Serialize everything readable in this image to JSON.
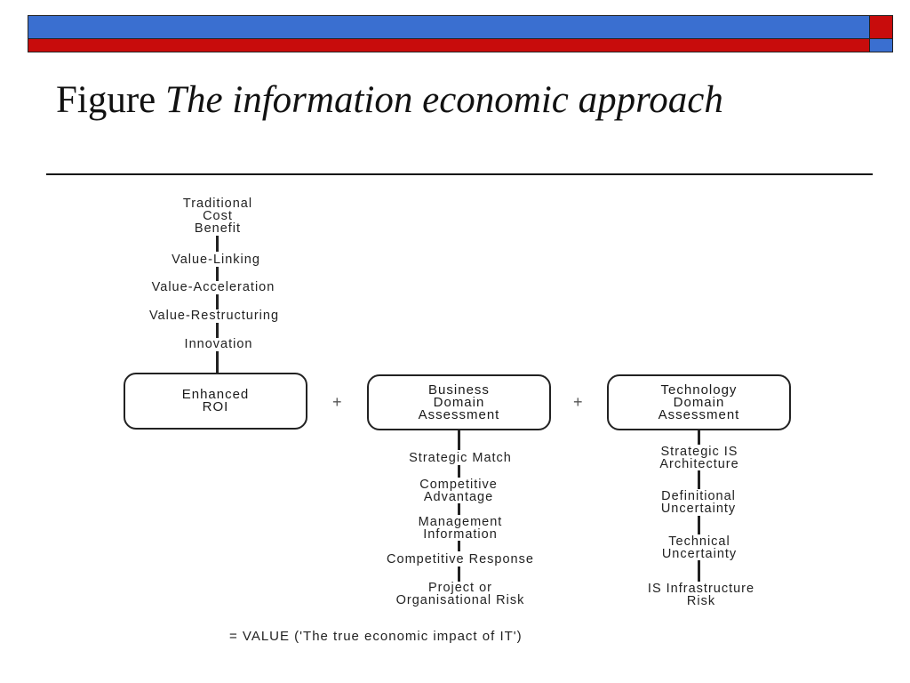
{
  "title": {
    "prefix": "Figure",
    "italic": "The information economic approach"
  },
  "left_column": {
    "items": [
      "Traditional\nCost\nBenefit",
      "Value-Linking",
      "Value-Acceleration",
      "Value-Restructuring",
      "Innovation"
    ],
    "box": "Enhanced\nROI"
  },
  "middle_column": {
    "box": "Business\nDomain\nAssessment",
    "items": [
      "Strategic Match",
      "Competitive\nAdvantage",
      "Management\nInformation",
      "Competitive Response",
      "Project or\nOrganisational Risk"
    ]
  },
  "right_column": {
    "box": "Technology\nDomain\nAssessment",
    "items": [
      "Strategic IS\nArchitecture",
      "Definitional\nUncertainty",
      "Technical\nUncertainty",
      "IS Infrastructure\nRisk"
    ]
  },
  "operators": {
    "plus1": "+",
    "plus2": "+"
  },
  "footer": "= VALUE ('The true economic impact of IT')",
  "colors": {
    "blue_bar": "#3a6fd0",
    "red_bar": "#c80c0c"
  }
}
